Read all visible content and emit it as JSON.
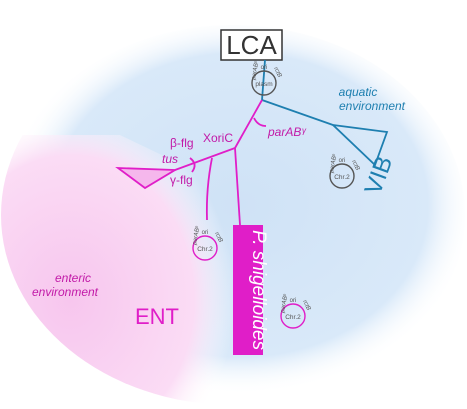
{
  "colors": {
    "magenta": "#e01ec8",
    "blue": "#1e7fb0",
    "blue_region": "#d8e8f8",
    "pink_region": "#f9d2f2",
    "gray": "#555555"
  },
  "root": {
    "label": "LCA"
  },
  "environments": {
    "aquatic": {
      "line1": "aquatic",
      "line2": "environment"
    },
    "enteric": {
      "line1": "enteric",
      "line2": "environment"
    }
  },
  "clades": {
    "vib": "VIB",
    "ent": "ENT",
    "ps": "P. shigelloides"
  },
  "gene_labels": {
    "beta_flg": "β-flg",
    "gamma_flg": "γ-flg",
    "tus": "tus",
    "xoric": "XoriC",
    "parab": "parABᵞ"
  },
  "replicons": {
    "plasmid": {
      "center": "plasm",
      "parab": "parABᵖ",
      "ori": "ori",
      "rctb": "rctB"
    },
    "vib_chr2": {
      "center": "Chr.2",
      "parab": "parABᵖ",
      "ori": "ori",
      "rctb": "rctB"
    },
    "ent_chr2": {
      "center": "Chr.2",
      "parab": "parABᵖ",
      "ori": "ori",
      "rctb": "rctB"
    },
    "ps_chr2": {
      "center": "Chr.2",
      "parab": "parABᵖ",
      "ori": "ori",
      "rctb": "rctB"
    }
  }
}
